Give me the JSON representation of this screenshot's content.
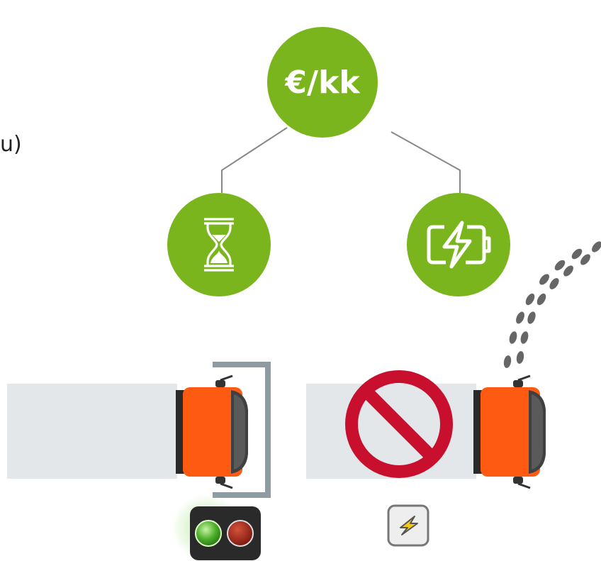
{
  "header": {
    "top_label": "€/kk"
  },
  "clipped_text": "u)",
  "icons": {
    "left_circle": "hourglass-icon",
    "right_circle": "battery-charging-icon",
    "prohibition": "no-entry-icon",
    "charger": "lightning-bolt-icon",
    "traffic_light": "traffic-light-icon",
    "footprints": "footprints-icon"
  },
  "colors": {
    "green": "#7ab51d",
    "truck_orange": "#ff5a12",
    "trailer": "#e3e7ea",
    "bracket": "#8f9ba3",
    "no_sign_red": "#c8102e",
    "footprint_gray": "#666666",
    "light_green": "#4caf2a",
    "light_red": "#a3261a"
  },
  "status": {
    "left_light": "green",
    "right_light": "red"
  }
}
